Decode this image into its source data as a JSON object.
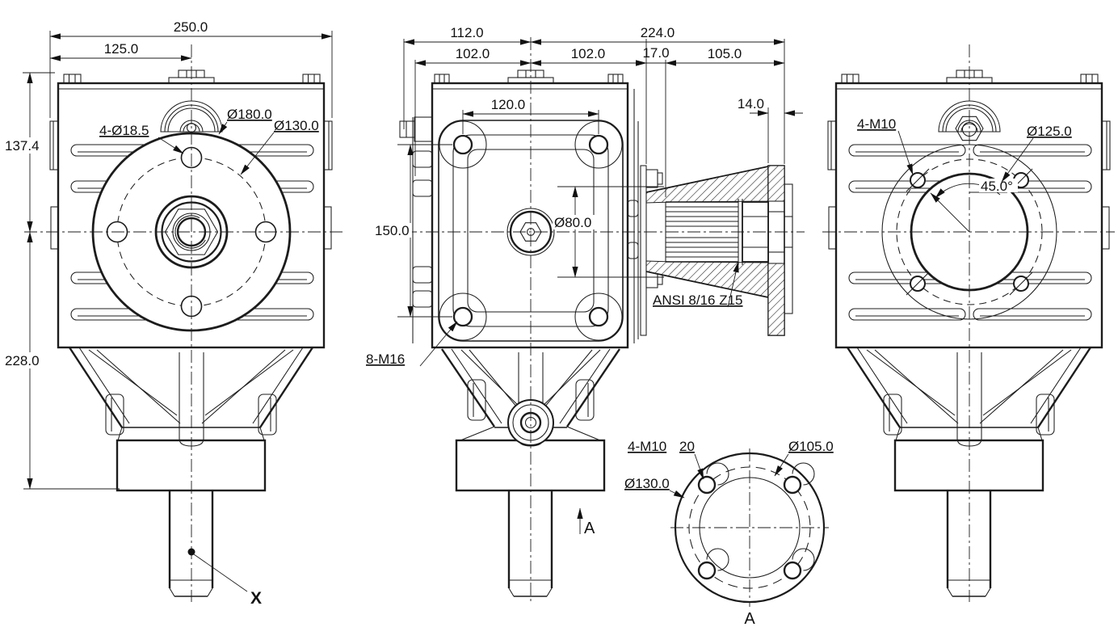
{
  "sheet": {
    "background": "#ffffff",
    "line_color": "#1c1c1c"
  },
  "front_view": {
    "dim_overall_width": "250.0",
    "dim_half_width": "125.0",
    "dim_height_to_center": "137.4",
    "dim_center_to_bottom": "228.0",
    "label_holes": "4-Ø18.5",
    "label_flange_od": "Ø180.0",
    "label_bolt_circle": "Ø130.0",
    "label_shaft_point": "X"
  },
  "side_view": {
    "dim_left_of_center": "112.0",
    "dim_right_of_center": "224.0",
    "dim_102_left": "102.0",
    "dim_102_right": "102.0",
    "dim_17": "17.0",
    "dim_105": "105.0",
    "dim_bolt_spacing_h": "120.0",
    "dim_bolt_spacing_v": "150.0",
    "dim_pilot_bore": "Ø80.0",
    "dim_flange_thickness": "14.0",
    "label_tapped_holes": "8-M16",
    "label_spline": "ANSI 8/16 Z15",
    "label_section_arrow": "A"
  },
  "rear_view": {
    "label_tapped_holes": "4-M10",
    "label_bore": "Ø125.0",
    "dim_hole_angle": "45.0°"
  },
  "detail_view_a": {
    "label_tapped_holes": "4-M10",
    "label_thread_depth": "20",
    "label_bolt_circle": "Ø105.0",
    "label_flange_od": "Ø130.0",
    "view_title": "A"
  }
}
